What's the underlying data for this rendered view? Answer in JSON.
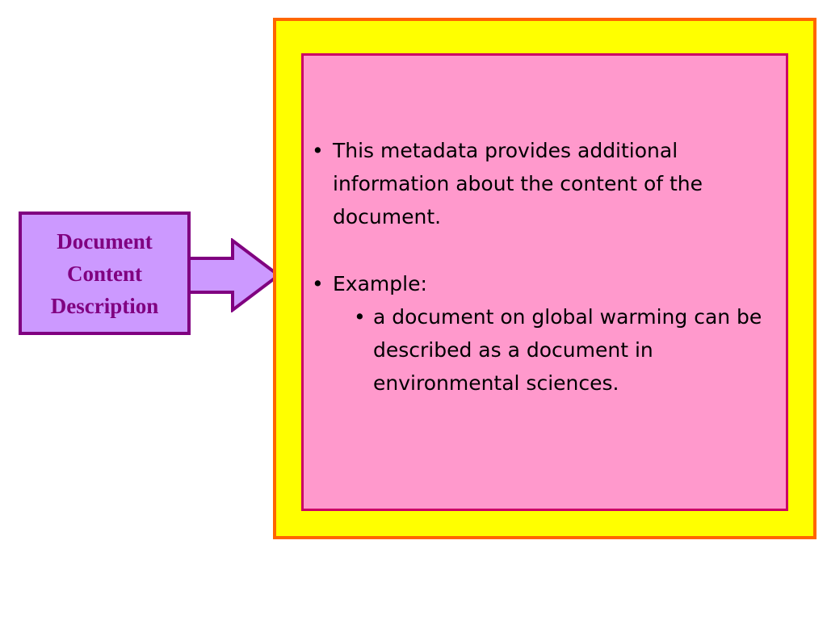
{
  "colors": {
    "label_fill": "#cc99ff",
    "label_border": "#800080",
    "label_text": "#800080",
    "arrow_fill": "#cc99ff",
    "arrow_border": "#800080",
    "outer_fill": "#ffff00",
    "outer_border": "#ff6600",
    "inner_fill": "#ff99cc",
    "inner_border": "#cc0066"
  },
  "label": {
    "lines": [
      "Document",
      "Content",
      "Description"
    ]
  },
  "content": {
    "bullet_symbol": "•",
    "bullet1": "This metadata provides additional information about the content of the document.",
    "bullet2": "Example:",
    "sub_bullet": "a document on global warming can be described as a document in environmental sciences."
  }
}
